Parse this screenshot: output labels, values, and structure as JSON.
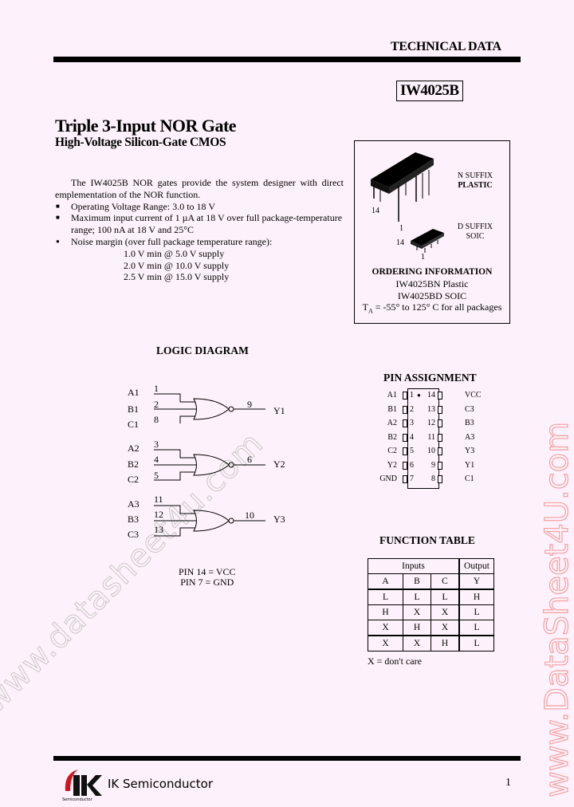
{
  "header": {
    "section_label": "TECHNICAL DATA",
    "part_number": "IW4025B",
    "title": "Triple 3-Input NOR Gate",
    "subtitle": "High-Voltage Silicon-Gate CMOS"
  },
  "description": {
    "intro": "The IW4025B NOR gates provide the system designer with direct emplementation of the NOR function.",
    "bullets": [
      "Operating Voltage Range: 3.0 to 18 V",
      "Maximum input current of 1 µA at 18 V over full package-temperature range; 100 nA at 18 V and 25°C",
      "Noise margin (over full package temperature range):"
    ],
    "noise_margins": [
      "1.0 V min @ 5.0 V supply",
      "2.0 V min @ 10.0 V supply",
      "2.5 V min @ 15.0 V supply"
    ]
  },
  "packages": {
    "n_suffix": "N SUFFIX",
    "n_type": "PLASTIC",
    "d_suffix": "D SUFFIX",
    "d_type": "SOIC",
    "pin14": "14",
    "pin1": "1",
    "ordering_title": "ORDERING INFORMATION",
    "ordering_lines": [
      "IW4025BN Plastic",
      "IW4025BD SOIC"
    ],
    "temp_prefix": "T",
    "temp_sub": "A",
    "temp_range": " = -55° to 125° C for all packages"
  },
  "logic_diagram": {
    "title": "LOGIC DIAGRAM",
    "gates": [
      {
        "inputs": [
          {
            "name": "A1",
            "pin": "1"
          },
          {
            "name": "B1",
            "pin": "2"
          },
          {
            "name": "C1",
            "pin": "8"
          }
        ],
        "output": {
          "name": "Y1",
          "pin": "9"
        }
      },
      {
        "inputs": [
          {
            "name": "A2",
            "pin": "3"
          },
          {
            "name": "B2",
            "pin": "4"
          },
          {
            "name": "C2",
            "pin": "5"
          }
        ],
        "output": {
          "name": "Y2",
          "pin": "6"
        }
      },
      {
        "inputs": [
          {
            "name": "A3",
            "pin": "11"
          },
          {
            "name": "B3",
            "pin": "12"
          },
          {
            "name": "C3",
            "pin": "13"
          }
        ],
        "output": {
          "name": "Y3",
          "pin": "10"
        }
      }
    ],
    "pin_notes": [
      "PIN 14 = VCC",
      "PIN 7 = GND"
    ]
  },
  "pin_assignment": {
    "title": "PIN ASSIGNMENT",
    "left": [
      {
        "name": "A1",
        "pin": "1"
      },
      {
        "name": "B1",
        "pin": "2"
      },
      {
        "name": "A2",
        "pin": "3"
      },
      {
        "name": "B2",
        "pin": "4"
      },
      {
        "name": "C2",
        "pin": "5"
      },
      {
        "name": "Y2",
        "pin": "6"
      },
      {
        "name": "GND",
        "pin": "7"
      }
    ],
    "right": [
      {
        "name": "VCC",
        "pin": "14"
      },
      {
        "name": "C3",
        "pin": "13"
      },
      {
        "name": "B3",
        "pin": "12"
      },
      {
        "name": "A3",
        "pin": "11"
      },
      {
        "name": "Y3",
        "pin": "10"
      },
      {
        "name": "Y1",
        "pin": "9"
      },
      {
        "name": "C1",
        "pin": "8"
      }
    ]
  },
  "function_table": {
    "title": "FUNCTION TABLE",
    "group_headers": [
      "Inputs",
      "Output"
    ],
    "columns": [
      "A",
      "B",
      "C",
      "Y"
    ],
    "rows": [
      [
        "L",
        "L",
        "L",
        "H"
      ],
      [
        "H",
        "X",
        "X",
        "L"
      ],
      [
        "X",
        "H",
        "X",
        "L"
      ],
      [
        "X",
        "X",
        "H",
        "L"
      ]
    ],
    "note": "X = don't care"
  },
  "footer": {
    "company": "IK Semiconductor",
    "logo_text": "IK",
    "logo_sub": "Semiconductor",
    "page": "1"
  },
  "watermarks": {
    "diagonal": "www.datasheet4u.com",
    "vertical": "www.DataSheet4U.com"
  },
  "colors": {
    "background": "#fdf2fb",
    "logo_red": "#d0151e",
    "watermark_red": "#f4a0a0"
  }
}
